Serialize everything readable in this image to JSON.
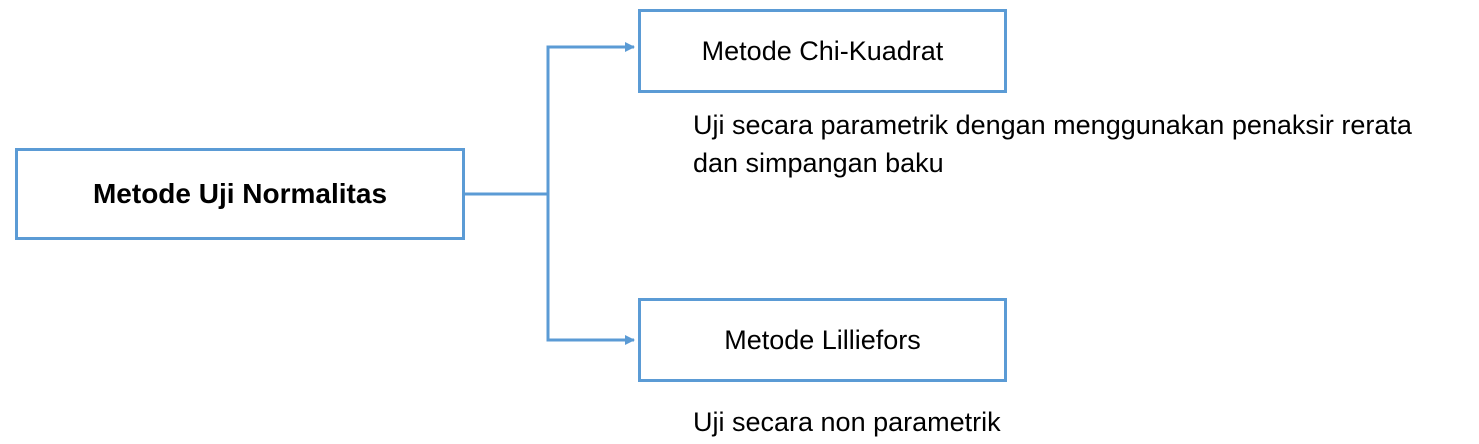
{
  "root": {
    "label": "Metode Uji Normalitas"
  },
  "branches": [
    {
      "label": "Metode Chi-Kuadrat",
      "description_line1": "Uji secara parametrik dengan menggunakan penaksir rerata",
      "description_line2": "dan simpangan baku"
    },
    {
      "label": "Metode Lilliefors",
      "description_line1": "Uji secara non parametrik"
    }
  ],
  "colors": {
    "box_border": "#5b9bd5",
    "connector": "#5b9bd5",
    "text": "#000000",
    "background": "#ffffff"
  }
}
